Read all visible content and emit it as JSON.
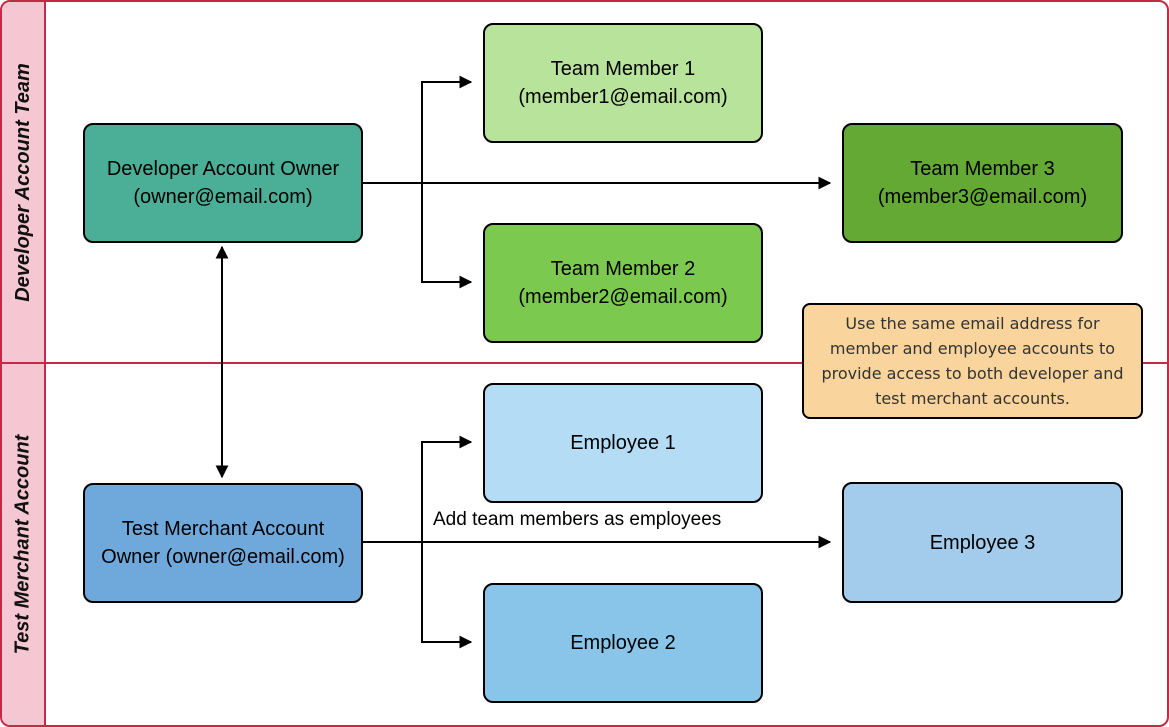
{
  "lanes": [
    {
      "label": "Developer Account Team"
    },
    {
      "label": "Test Merchant Account"
    }
  ],
  "boxes": {
    "dev_owner": {
      "line1": "Developer Account Owner",
      "line2": "(owner@email.com)",
      "fill": "#4BAE96"
    },
    "tm1": {
      "line1": "Team Member 1",
      "line2": "(member1@email.com)",
      "fill": "#B8E39B"
    },
    "tm2": {
      "line1": "Team Member 2",
      "line2": "(member2@email.com)",
      "fill": "#7CC950"
    },
    "tm3": {
      "line1": "Team Member 3",
      "line2": "(member3@email.com)",
      "fill": "#63A934"
    },
    "merch_owner": {
      "line1": "Test Merchant Account",
      "line2": "Owner (owner@email.com)",
      "fill": "#6FA9DC"
    },
    "emp1": {
      "line1": "Employee 1",
      "line2": "",
      "fill": "#B4DCF5"
    },
    "emp2": {
      "line1": "Employee 2",
      "line2": "",
      "fill": "#89C4E9"
    },
    "emp3": {
      "line1": "Employee 3",
      "line2": "",
      "fill": "#A3CBEB"
    }
  },
  "note": {
    "fill": "#F9D49C",
    "lines": [
      "Use the same email address for",
      "member and employee accounts to",
      "provide access to both developer and",
      "test merchant accounts."
    ]
  },
  "edge_label": "Add team members as employees",
  "colors": {
    "lane_border": "#C52A44",
    "lane_fill": "#F5C7D3",
    "connector": "#000000",
    "note_text": "#333333"
  }
}
